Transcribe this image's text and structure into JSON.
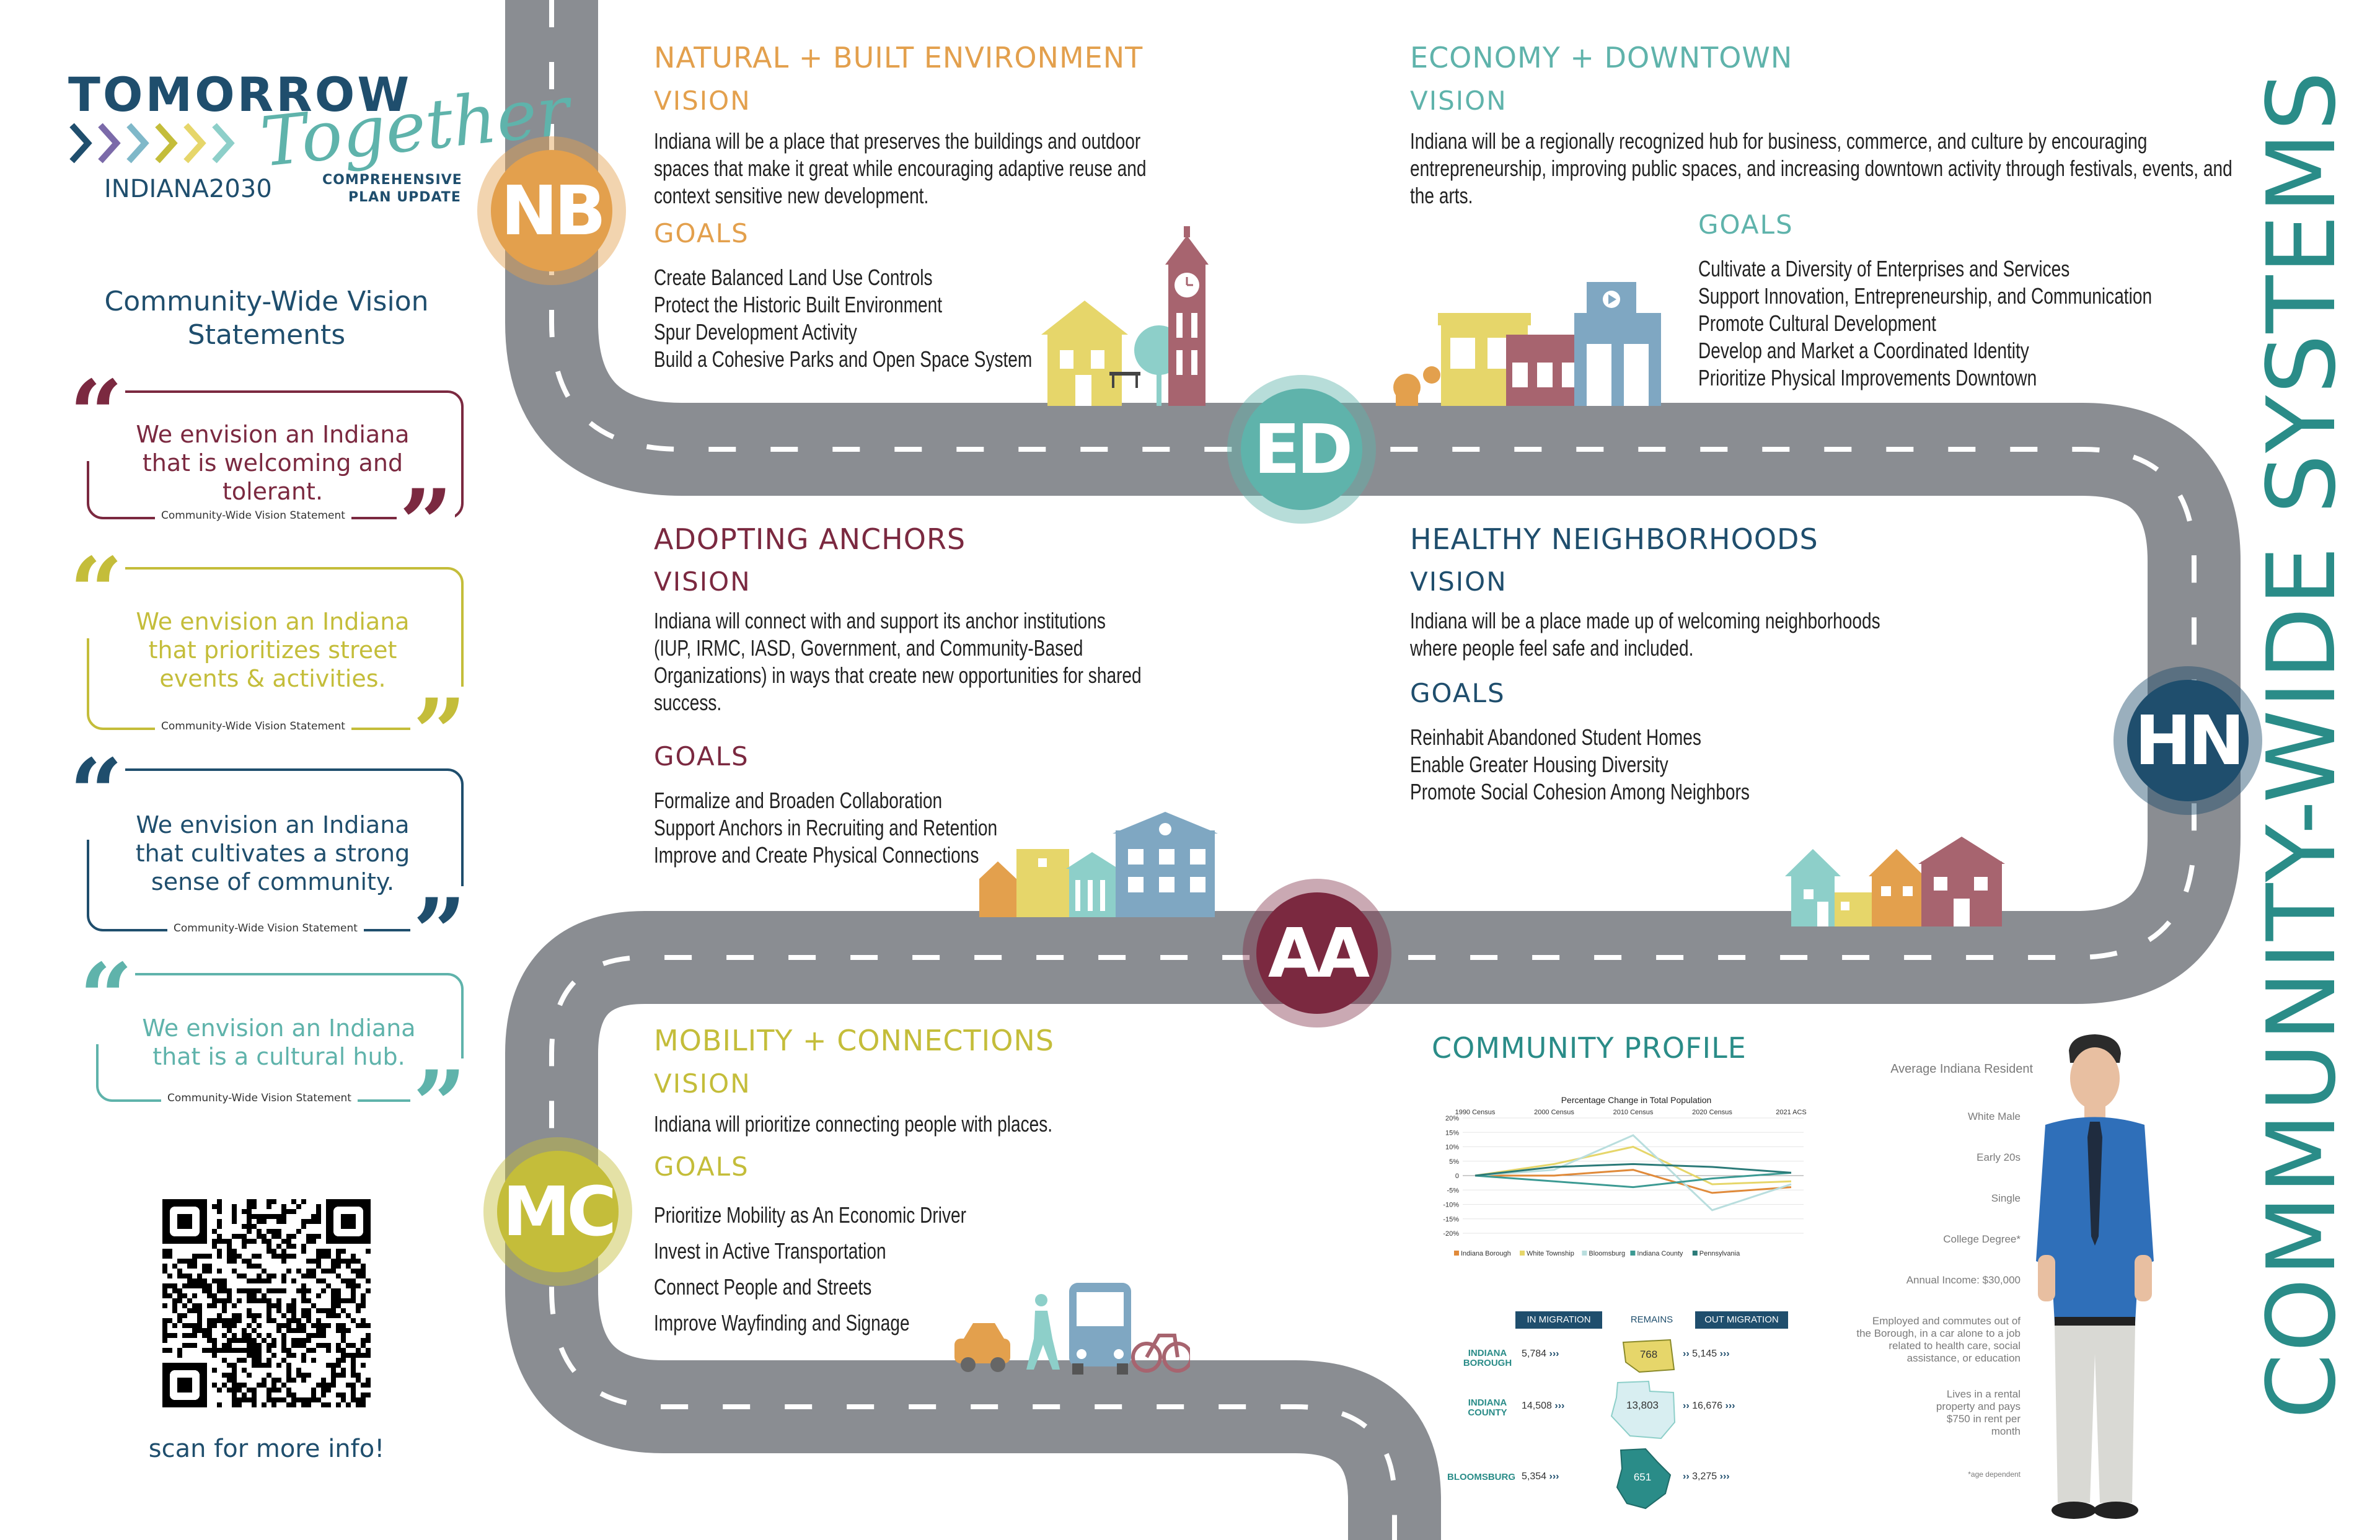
{
  "logo": {
    "word1": "TOMORROW",
    "word2": "Together",
    "city": "INDIANA2030",
    "subtitle_line1": "COMPREHENSIVE",
    "subtitle_line2": "PLAN UPDATE"
  },
  "sidebar": {
    "heading_line1": "Community-Wide Vision",
    "heading_line2": "Statements",
    "caption": "Community-Wide Vision Statement",
    "quotes": [
      {
        "line1": "We envision an Indiana",
        "line2": "that is welcoming and",
        "line3": "tolerant."
      },
      {
        "line1": "We envision an Indiana",
        "line2": "that prioritizes street",
        "line3": "events & activities."
      },
      {
        "line1": "We envision an Indiana",
        "line2": "that cultivates a strong",
        "line3": "sense of community."
      },
      {
        "line1": "We envision an Indiana",
        "line2": "that is a cultural hub."
      }
    ],
    "qr_caption": "scan for more info!"
  },
  "labels": {
    "vision": "VISION",
    "goals": "GOALS"
  },
  "colors": {
    "nb": "#e3a04d",
    "ed": "#5fb3ab",
    "aa": "#7b2940",
    "hn": "#1f4e6d",
    "mc": "#c4bd3a",
    "road": "#8a8d92",
    "vertical": "#2a8c88"
  },
  "sections": {
    "nb": {
      "badge": "NB",
      "title": "NATURAL + BUILT ENVIRONMENT",
      "vision": [
        "Indiana will be a place that preserves the buildings and outdoor",
        "spaces that make it great while encouraging adaptive reuse and",
        "context sensitive new development."
      ],
      "goals": [
        "Create Balanced Land Use Controls",
        "Protect the Historic Built Environment",
        "Spur Development Activity",
        "Build a Cohesive Parks and Open Space System"
      ]
    },
    "ed": {
      "badge": "ED",
      "title": "ECONOMY + DOWNTOWN",
      "vision": [
        "Indiana will be a regionally recognized hub for business, commerce, and culture by encouraging",
        "entrepreneurship, improving public spaces, and increasing downtown activity through festivals, events, and",
        "the arts."
      ],
      "goals": [
        "Cultivate a Diversity of Enterprises and Services",
        "Support Innovation, Entrepreneurship, and Communication",
        "Promote Cultural Development",
        "Develop and Market a Coordinated Identity",
        "Prioritize Physical Improvements Downtown"
      ]
    },
    "aa": {
      "badge": "AA",
      "title": "ADOPTING ANCHORS",
      "vision": [
        "Indiana will connect with and support its anchor institutions",
        "(IUP, IRMC, IASD, Government, and Community-Based",
        "Organizations) in ways that create new opportunities for shared",
        "success."
      ],
      "goals": [
        "Formalize and Broaden Collaboration",
        "Support Anchors in Recruiting and Retention",
        "Improve and Create Physical Connections"
      ]
    },
    "hn": {
      "badge": "HN",
      "title": "HEALTHY NEIGHBORHOODS",
      "vision": [
        "Indiana will be a place made up of welcoming neighborhoods",
        "where people feel safe and included."
      ],
      "goals": [
        "Reinhabit Abandoned Student Homes",
        "Enable Greater Housing Diversity",
        "Promote Social Cohesion Among Neighbors"
      ]
    },
    "mc": {
      "badge": "MC",
      "title": "MOBILITY + CONNECTIONS",
      "vision": [
        "Indiana will prioritize connecting people with places."
      ],
      "goals": [
        "Prioritize Mobility as An Economic Driver",
        "Invest in Active Transportation",
        "Connect People and Streets",
        "Improve Wayfinding and Signage"
      ]
    }
  },
  "profile": {
    "title": "COMMUNITY PROFILE",
    "resident": {
      "heading": "Average Indiana Resident",
      "lines": [
        "White Male",
        "Early 20s",
        "Single",
        "College Degree*",
        "Annual Income: $30,000"
      ],
      "employment": [
        "Employed and commutes out of",
        "the Borough, in a car alone to a job",
        "related to health care, social",
        "assistance, or education"
      ],
      "housing": [
        "Lives in a rental",
        "property and pays",
        "$750 in rent per",
        "month"
      ],
      "footnote": "*age dependent"
    },
    "migration": {
      "headers": [
        "IN MIGRATION",
        "REMAINS",
        "OUT MIGRATION"
      ],
      "rows": [
        {
          "name_line1": "INDIANA",
          "name_line2": "BOROUGH",
          "in": "5,784",
          "remains": "768",
          "out": "5,145"
        },
        {
          "name_line1": "INDIANA",
          "name_line2": "COUNTY",
          "in": "14,508",
          "remains": "13,803",
          "out": "16,676"
        },
        {
          "name_line1": "BLOOMSBURG",
          "name_line2": "",
          "in": "5,354",
          "remains": "651",
          "out": "3,275"
        }
      ]
    }
  },
  "chart_data": {
    "type": "line",
    "title": "Percentage Change in Total Population",
    "categories": [
      "1990 Census",
      "2000 Census",
      "2010 Census",
      "2020 Census",
      "2021 ACS"
    ],
    "ylim": [
      -20,
      20
    ],
    "yticks": [
      "20%",
      "15%",
      "10%",
      "5%",
      "0",
      "-5%",
      "-10%",
      "-15%",
      "-20%"
    ],
    "series": [
      {
        "name": "Indiana Borough",
        "color": "#e08a3a",
        "values": [
          0,
          0,
          2,
          -6,
          -4
        ]
      },
      {
        "name": "White Township",
        "color": "#e6d66a",
        "values": [
          0,
          4,
          10,
          -3,
          -2
        ]
      },
      {
        "name": "Bloomsburg",
        "color": "#b9dede",
        "values": [
          0,
          2,
          14,
          -12,
          -3
        ]
      },
      {
        "name": "Indiana County",
        "color": "#3c9a93",
        "values": [
          0,
          -2,
          -4,
          -1,
          1
        ]
      },
      {
        "name": "Pennsylvania",
        "color": "#2b7a78",
        "values": [
          0,
          3,
          4,
          3,
          1
        ]
      }
    ]
  },
  "vertical_title": "COMMUNITY-WIDE SYSTEMS"
}
